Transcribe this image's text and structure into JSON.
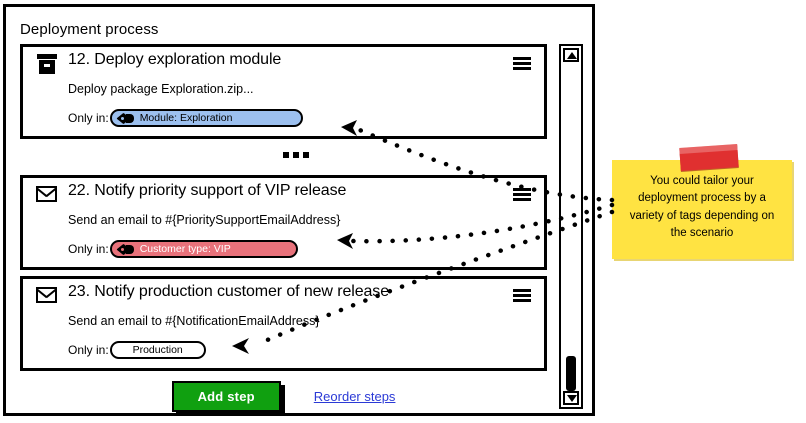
{
  "panel": {
    "title": "Deployment process"
  },
  "steps": [
    {
      "id": "12",
      "icon": "archive-icon",
      "title": "12. Deploy exploration module",
      "description": "Deploy package Exploration.zip...",
      "condition_label": "Only in:",
      "tag": {
        "text": "Module: Exploration",
        "style": "blue",
        "color": "#9cc0ef",
        "has_tag_icon": true
      },
      "menu_label": "hamburger-menu"
    },
    {
      "id": "22",
      "icon": "envelope-icon",
      "title": "22. Notify priority support of VIP release",
      "description": "Send an email to #{PrioritySupportEmailAddress}",
      "condition_label": "Only in:",
      "tag": {
        "text": "Customer type: VIP",
        "style": "red",
        "color": "#e8727b",
        "has_tag_icon": true
      },
      "menu_label": "hamburger-menu"
    },
    {
      "id": "23",
      "icon": "envelope-icon",
      "title": "23. Notify production customer of new release",
      "description": "Send an email to #{NotificationEmailAddress}",
      "condition_label": "Only in:",
      "tag": {
        "text": "Production",
        "style": "plain",
        "color": "#ffffff",
        "has_tag_icon": false
      },
      "menu_label": "hamburger-menu"
    }
  ],
  "separator": {
    "dots": "..."
  },
  "footer": {
    "add_step_label": "Add step",
    "add_step_color": "#10a010",
    "reorder_label": "Reorder steps",
    "reorder_color": "#2b3ad6"
  },
  "scrollbar": {
    "up_arrow": "scroll-up",
    "down_arrow": "scroll-down",
    "thumb": "scroll-thumb"
  },
  "annotation": {
    "text": "You could tailor your deployment process by a variety of tags depending on the scenario",
    "note_color": "#ffe342",
    "tape_color": "#e03030"
  }
}
